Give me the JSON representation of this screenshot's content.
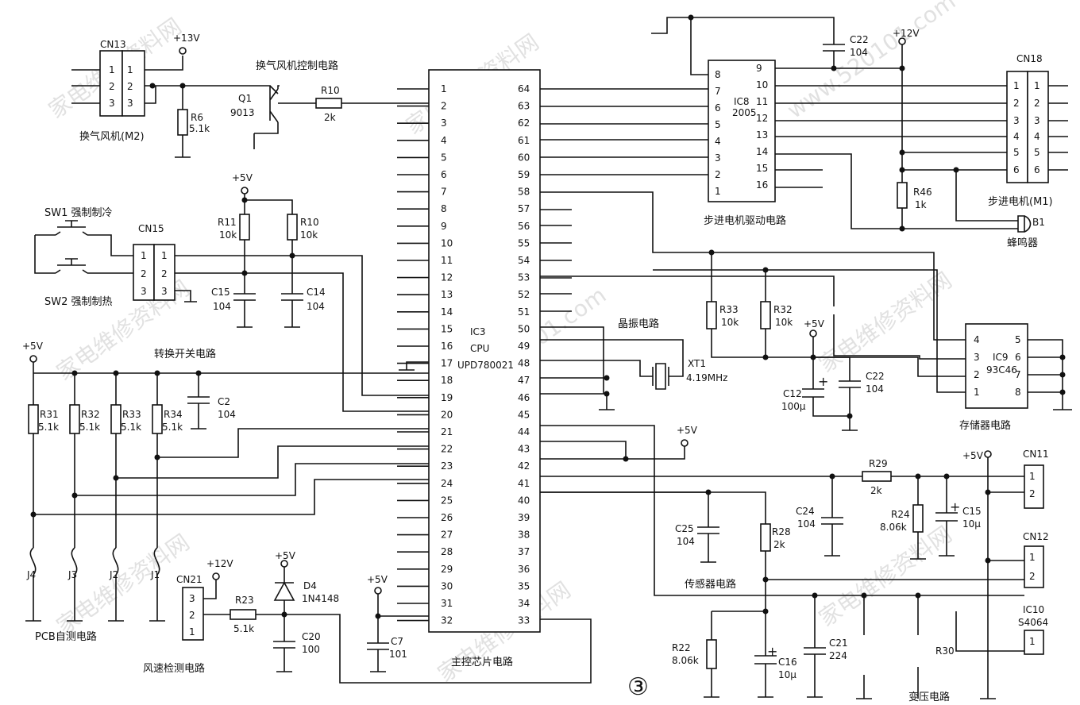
{
  "figure_number": "③",
  "sections": {
    "fan_control": "换气风机控制电路",
    "stepper_driver": "步进电机驱动电路",
    "oscillator": "晶振电路",
    "switch_circuit": "转换开关电路",
    "memory": "存储器电路",
    "pcb_selftest": "PCB自测电路",
    "fan_speed_detect": "风速检测电路",
    "main_chip": "主控芯片电路",
    "sensor": "传感器电路",
    "voltage": "变压电路"
  },
  "ic3": {
    "name": "IC3",
    "type": "CPU",
    "part": "UPD780021",
    "left_pins": [
      "1",
      "2",
      "3",
      "4",
      "5",
      "6",
      "7",
      "8",
      "9",
      "10",
      "11",
      "12",
      "13",
      "14",
      "15",
      "16",
      "17",
      "18",
      "19",
      "20",
      "21",
      "22",
      "23",
      "24",
      "25",
      "26",
      "27",
      "28",
      "29",
      "30",
      "31",
      "32"
    ],
    "right_pins": [
      "64",
      "63",
      "62",
      "61",
      "60",
      "59",
      "58",
      "57",
      "56",
      "55",
      "54",
      "53",
      "52",
      "51",
      "50",
      "49",
      "48",
      "47",
      "46",
      "45",
      "44",
      "43",
      "42",
      "41",
      "40",
      "39",
      "38",
      "37",
      "36",
      "35",
      "34",
      "33"
    ]
  },
  "ic8": {
    "name": "IC8",
    "part": "2005",
    "left_pins": [
      "8",
      "7",
      "6",
      "5",
      "4",
      "3",
      "2",
      "1"
    ],
    "right_pins": [
      "9",
      "10",
      "11",
      "12",
      "13",
      "14",
      "15",
      "16"
    ]
  },
  "ic9": {
    "name": "IC9",
    "part": "93C46",
    "left_pins": [
      "4",
      "3",
      "2",
      "1"
    ],
    "right_pins": [
      "5",
      "6",
      "7",
      "8"
    ]
  },
  "ic10": {
    "name": "IC10",
    "part": "S4064",
    "pin": "1"
  },
  "connectors": {
    "cn13": {
      "name": "CN13",
      "pins": [
        "1",
        "2",
        "3"
      ],
      "label": "换气风机(M2)"
    },
    "cn15": {
      "name": "CN15",
      "pins": [
        "1",
        "2",
        "3"
      ]
    },
    "cn18": {
      "name": "CN18",
      "pins": [
        "1",
        "2",
        "3",
        "4",
        "5",
        "6"
      ],
      "label": "步进电机(M1)"
    },
    "cn21": {
      "name": "CN21",
      "pins": [
        "3",
        "2",
        "1"
      ]
    },
    "cn11": {
      "name": "CN11",
      "pins": [
        "1",
        "2"
      ]
    },
    "cn12": {
      "name": "CN12",
      "pins": [
        "1",
        "2"
      ]
    }
  },
  "switches": {
    "sw1": "SW1 强制制冷",
    "sw2": "SW2 强制制热"
  },
  "jumpers": [
    "J4",
    "J3",
    "J2",
    "J1"
  ],
  "q1": {
    "name": "Q1",
    "part": "9013"
  },
  "d4": {
    "name": "D4",
    "part": "1N4148"
  },
  "xt1": {
    "name": "XT1",
    "freq": "4.19MHz"
  },
  "b1": {
    "name": "B1",
    "label": "蜂鸣器"
  },
  "resistors": {
    "r10a": {
      "name": "R10",
      "value": "2k"
    },
    "r6": {
      "name": "R6",
      "value": "5.1k"
    },
    "r11": {
      "name": "R11",
      "value": "10k"
    },
    "r10b": {
      "name": "R10",
      "value": "10k"
    },
    "r31": {
      "name": "R31",
      "value": "5.1k"
    },
    "r32a": {
      "name": "R32",
      "value": "5.1k"
    },
    "r33a": {
      "name": "R33",
      "value": "5.1k"
    },
    "r34": {
      "name": "R34",
      "value": "5.1k"
    },
    "r23": {
      "name": "R23",
      "value": "5.1k"
    },
    "r46": {
      "name": "R46",
      "value": "1k"
    },
    "r33b": {
      "name": "R33",
      "value": "10k"
    },
    "r32b": {
      "name": "R32",
      "value": "10k"
    },
    "r29": {
      "name": "R29",
      "value": "2k"
    },
    "r24": {
      "name": "R24",
      "value": "8.06k"
    },
    "r28": {
      "name": "R28",
      "value": "2k"
    },
    "r22": {
      "name": "R22",
      "value": "8.06k"
    },
    "r30": {
      "name": "R30",
      "value": ""
    }
  },
  "capacitors": {
    "c22a": {
      "name": "C22",
      "value": "104"
    },
    "c15a": {
      "name": "C15",
      "value": "104"
    },
    "c14": {
      "name": "C14",
      "value": "104"
    },
    "c2": {
      "name": "C2",
      "value": "104"
    },
    "c20": {
      "name": "C20",
      "value": "100"
    },
    "c7": {
      "name": "C7",
      "value": "101"
    },
    "c12": {
      "name": "C12",
      "value": "100μ"
    },
    "c22b": {
      "name": "C22",
      "value": "104"
    },
    "c25": {
      "name": "C25",
      "value": "104"
    },
    "c24": {
      "name": "C24",
      "value": "104"
    },
    "c15b": {
      "name": "C15",
      "value": "10μ"
    },
    "c16": {
      "name": "C16",
      "value": "10μ"
    },
    "c21": {
      "name": "C21",
      "value": "224"
    }
  },
  "power": {
    "p13": "+13V",
    "p12": "+12V",
    "p5": "+5V"
  },
  "watermarks": [
    "家电维修资料网",
    "www.520101.com"
  ]
}
